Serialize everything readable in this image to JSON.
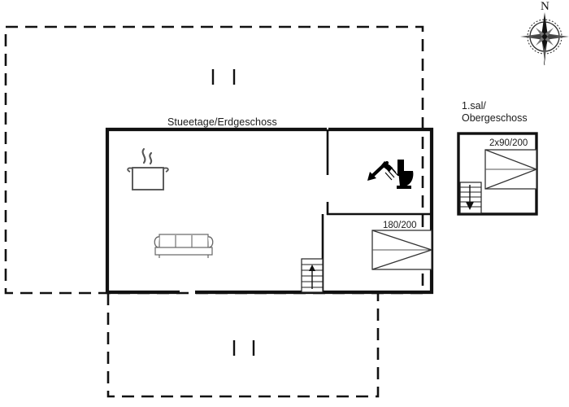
{
  "plan": {
    "title_ground": "Stueetage/Erdgeschoss",
    "title_upper": "1.sal/\nObergeschoss",
    "north_letter": "N",
    "colors": {
      "wall": "#111111",
      "thin_line": "#444444",
      "dashed": "#111111",
      "text": "#1a1a1a",
      "background": "#ffffff"
    },
    "beds": [
      {
        "name": "bed-ground-floor",
        "label": "180/200"
      },
      {
        "name": "bed-upper-floor",
        "label": "2x90/200"
      }
    ],
    "icons": [
      {
        "name": "cooking-pot-icon",
        "meaning": "kitchen"
      },
      {
        "name": "sofa-icon",
        "meaning": "living-room"
      },
      {
        "name": "shower-icon",
        "meaning": "bathroom-shower"
      },
      {
        "name": "toilet-icon",
        "meaning": "bathroom-toilet"
      },
      {
        "name": "stairs-up-icon",
        "meaning": "staircase-ground-floor-up"
      },
      {
        "name": "stairs-down-icon",
        "meaning": "staircase-upper-floor-down"
      },
      {
        "name": "compass-rose-icon",
        "meaning": "north-orientation"
      }
    ],
    "areas": [
      {
        "name": "terrace-upper-dashed",
        "meaning": "outdoor terrace north"
      },
      {
        "name": "terrace-lower-dashed",
        "meaning": "outdoor terrace south"
      },
      {
        "name": "living-kitchen-room",
        "meaning": "living room and kitchen"
      },
      {
        "name": "bathroom-room",
        "meaning": "bathroom"
      },
      {
        "name": "bedroom-room",
        "meaning": "bedroom with 180/200 bed"
      },
      {
        "name": "upper-floor-room",
        "meaning": "upper floor sleeping room"
      }
    ]
  }
}
